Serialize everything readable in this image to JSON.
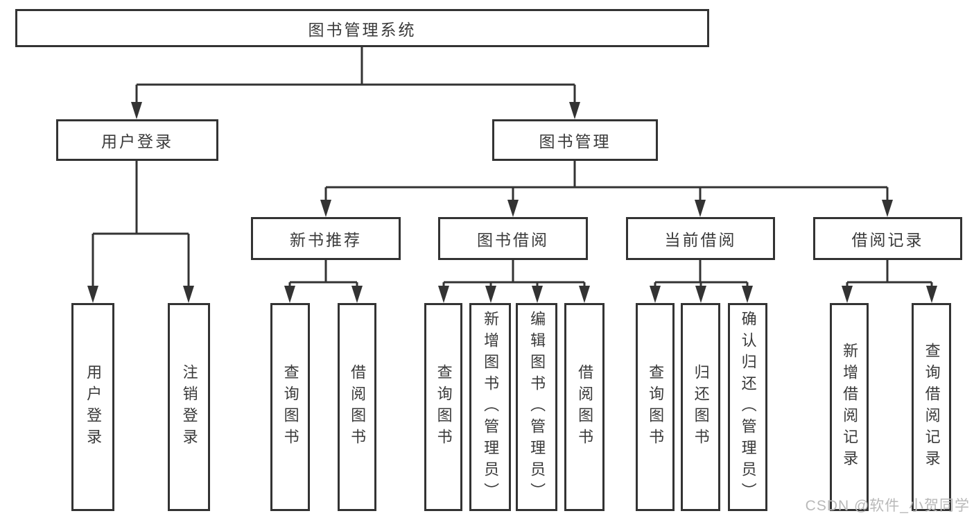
{
  "colors": {
    "line": "#333333",
    "box_border": "#333333",
    "text": "#3a3a3a",
    "background": "#ffffff",
    "watermark": "#b9b9b9"
  },
  "watermark": {
    "text": "CSDN @软件_小贺同学"
  },
  "diagram": {
    "root": {
      "label": "图书管理系统"
    },
    "level2": [
      {
        "label": "用户登录"
      },
      {
        "label": "图书管理"
      }
    ],
    "level3": [
      {
        "label": "新书推荐",
        "parent": "图书管理"
      },
      {
        "label": "图书借阅",
        "parent": "图书管理"
      },
      {
        "label": "当前借阅",
        "parent": "图书管理"
      },
      {
        "label": "借阅记录",
        "parent": "图书管理"
      }
    ],
    "leaves": [
      {
        "label": "用户登录",
        "parent": "用户登录"
      },
      {
        "label": "注销登录",
        "parent": "用户登录"
      },
      {
        "label": "查询图书",
        "parent": "新书推荐"
      },
      {
        "label": "借阅图书",
        "parent": "新书推荐"
      },
      {
        "label": "查询图书",
        "parent": "图书借阅"
      },
      {
        "label": "新增图书（管理员）",
        "parent": "图书借阅"
      },
      {
        "label": "编辑图书（管理员）",
        "parent": "图书借阅"
      },
      {
        "label": "借阅图书",
        "parent": "图书借阅"
      },
      {
        "label": "查询图书",
        "parent": "当前借阅"
      },
      {
        "label": "归还图书",
        "parent": "当前借阅"
      },
      {
        "label": "确认归还（管理员）",
        "parent": "当前借阅"
      },
      {
        "label": "新增借阅记录",
        "parent": "借阅记录"
      },
      {
        "label": "查询借阅记录",
        "parent": "借阅记录"
      }
    ]
  }
}
